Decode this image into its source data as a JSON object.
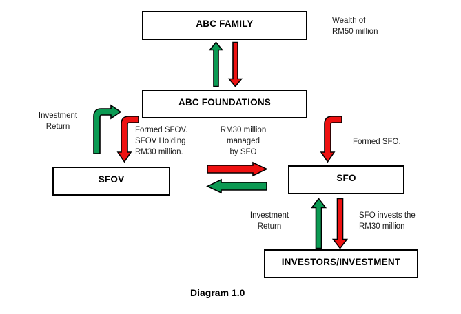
{
  "diagram": {
    "caption": "Diagram 1.0",
    "colors": {
      "green": "#0B9A53",
      "red": "#EE1111",
      "outline": "#000000",
      "background": "#FFFFFF",
      "text": "#000000"
    },
    "boxes": [
      {
        "id": "abc-family",
        "label": "ABC FAMILY"
      },
      {
        "id": "abc-foundations",
        "label": "ABC FOUNDATIONS"
      },
      {
        "id": "sfov",
        "label": "SFOV"
      },
      {
        "id": "sfo",
        "label": "SFO"
      },
      {
        "id": "investors-investment",
        "label": "INVESTORS/INVESTMENT"
      }
    ],
    "notes": [
      {
        "id": "wealth",
        "text": "Wealth of\nRM50 million"
      },
      {
        "id": "investment-return-left",
        "text": "Investment\nReturn"
      },
      {
        "id": "formed-sfov",
        "text": "Formed  SFOV.\nSFOV  Holding\nRM30 million."
      },
      {
        "id": "managed-by-sfo",
        "text": "RM30 million\nmanaged\nby SFO"
      },
      {
        "id": "formed-sfo",
        "text": "Formed SFO."
      },
      {
        "id": "investment-return-bottom",
        "text": "Investment\nReturn"
      },
      {
        "id": "sfo-invests",
        "text": "SFO invests the\nRM30 million"
      }
    ],
    "arrows": [
      {
        "id": "family-up",
        "color": "green",
        "shape": "straight-up",
        "from": "ABC FOUNDATIONS",
        "to": "ABC FAMILY"
      },
      {
        "id": "family-down",
        "color": "red",
        "shape": "straight-down",
        "from": "ABC FAMILY",
        "to": "ABC FOUNDATIONS"
      },
      {
        "id": "sfov-return",
        "color": "green",
        "shape": "curve-up-right",
        "from": "SFOV",
        "to": "ABC FOUNDATIONS"
      },
      {
        "id": "foundations-sfov",
        "color": "red",
        "shape": "curve-right-down",
        "from": "ABC FOUNDATIONS",
        "to": "SFOV"
      },
      {
        "id": "sfov-to-sfo",
        "color": "red",
        "shape": "straight-right",
        "from": "SFOV",
        "to": "SFO"
      },
      {
        "id": "sfo-to-sfov",
        "color": "green",
        "shape": "straight-left",
        "from": "SFO",
        "to": "SFOV"
      },
      {
        "id": "foundations-sfo",
        "color": "red",
        "shape": "curve-right-down",
        "from": "ABC FOUNDATIONS",
        "to": "SFO"
      },
      {
        "id": "investors-return",
        "color": "green",
        "shape": "straight-up",
        "from": "INVESTORS/INVESTMENT",
        "to": "SFO"
      },
      {
        "id": "sfo-invests-arrow",
        "color": "red",
        "shape": "straight-down",
        "from": "SFO",
        "to": "INVESTORS/INVESTMENT"
      }
    ]
  }
}
